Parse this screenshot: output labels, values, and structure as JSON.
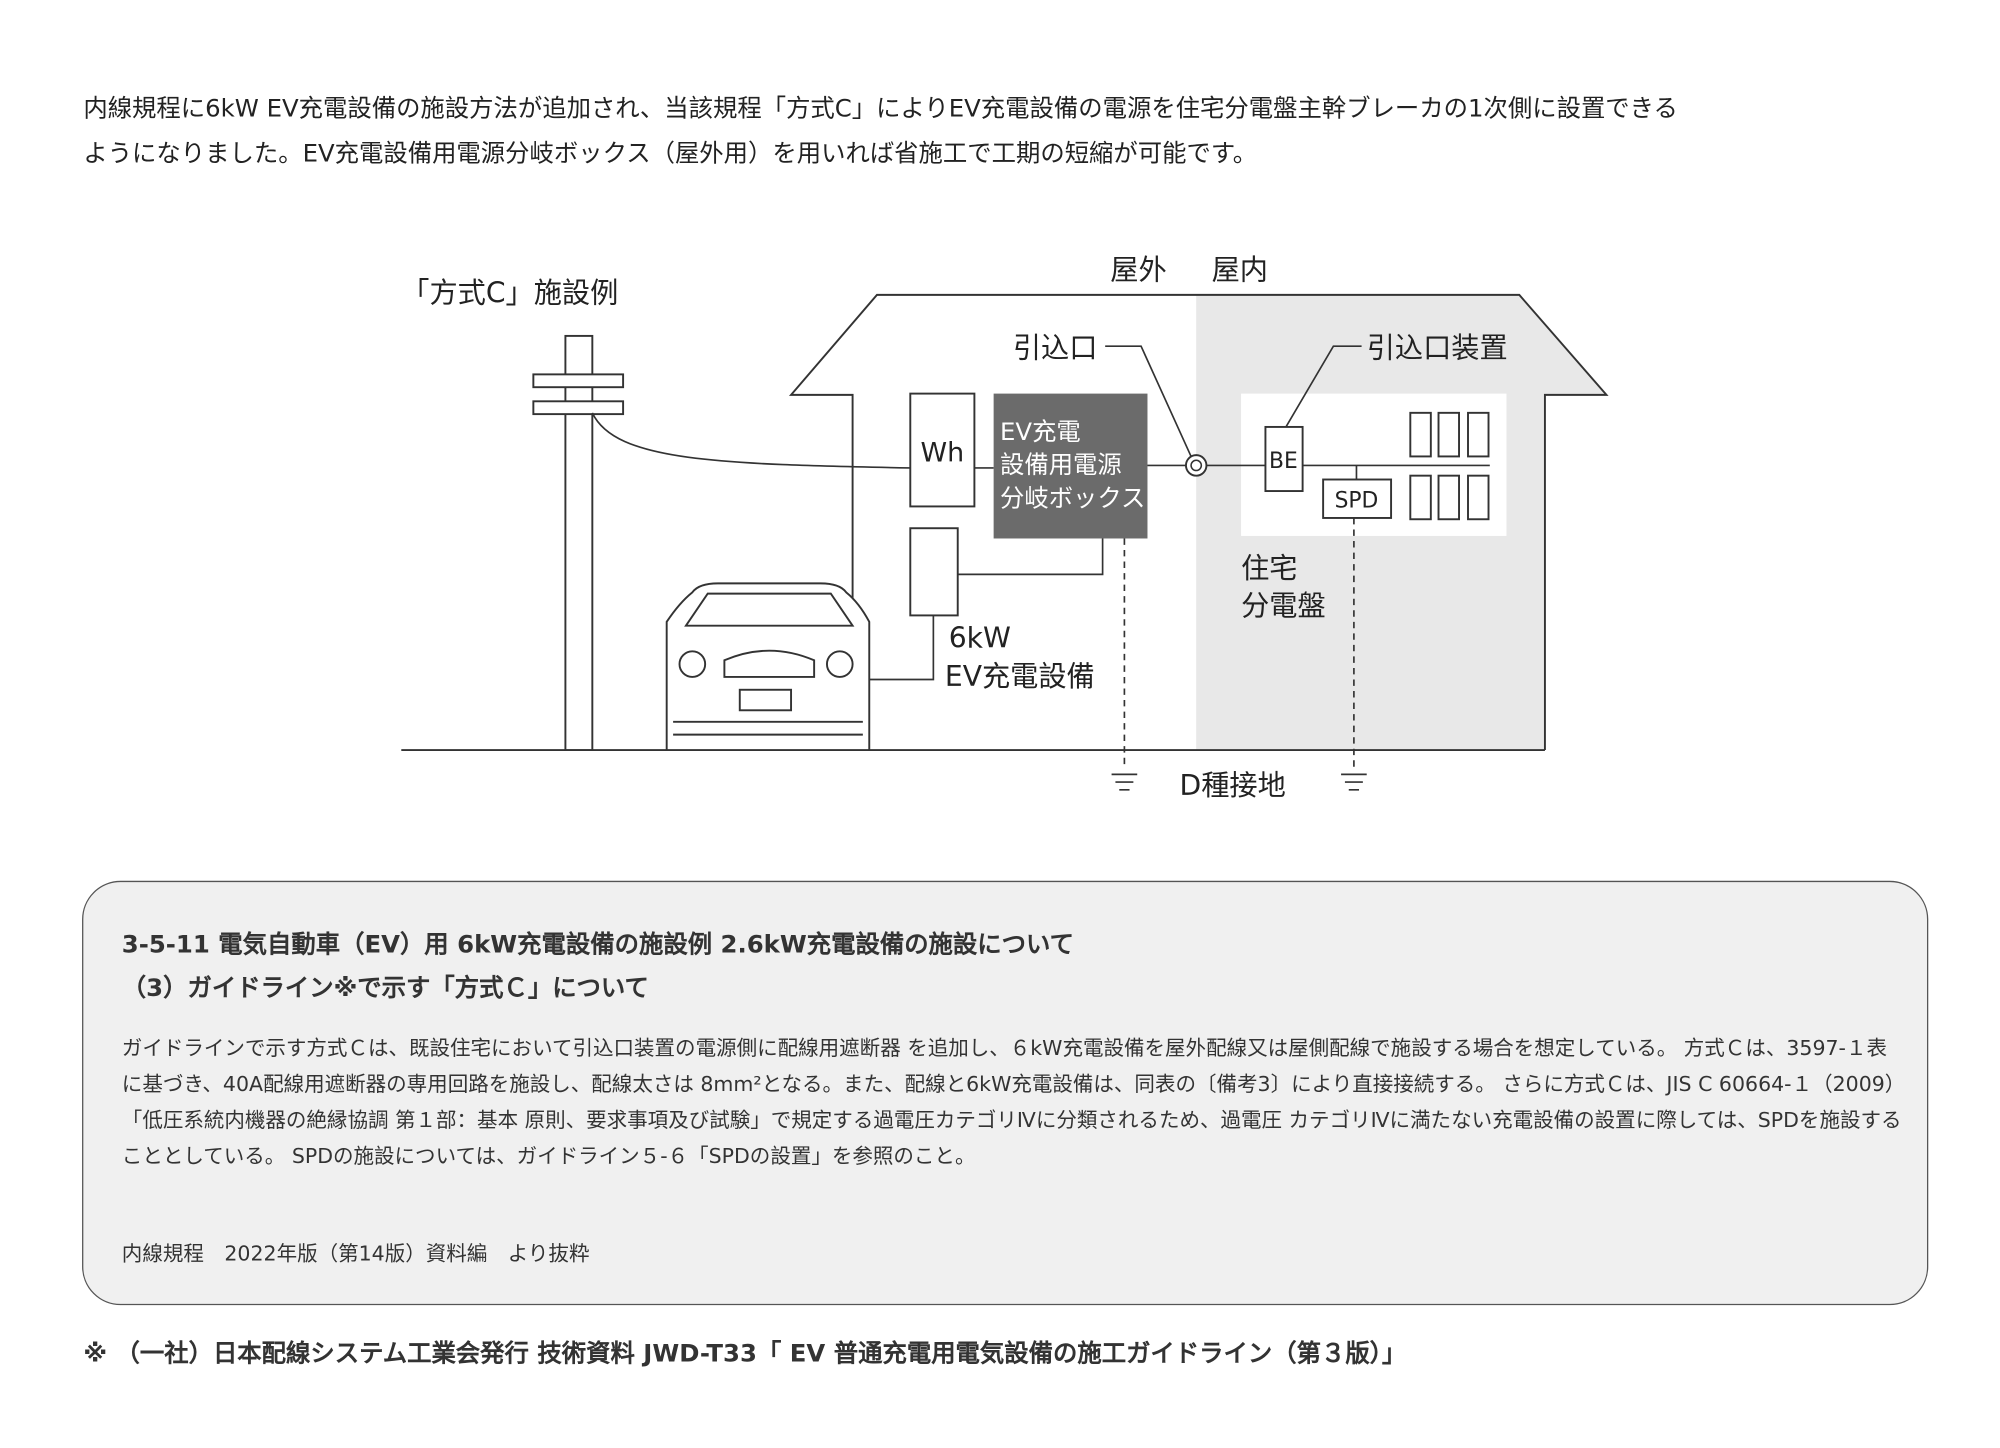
{
  "intro": {
    "line1": "内線規程に6kW EV充電設備の施設方法が追加され、当該規程「方式C」によりEV充電設備の電源を住宅分電盤主幹ブレーカの1次側に設置できる",
    "line2": "ようになりました。EV充電設備用電源分岐ボックス（屋外用）を用いれば省施工で工期の短縮が可能です。"
  },
  "diagram": {
    "title": "「方式C」施設例",
    "outdoor": "屋外",
    "indoor": "屋内",
    "service_entrance": "引込口",
    "service_entrance_device": "引込口装置",
    "meter": "Wh",
    "branch_box": [
      "EV充電",
      "設備用電源",
      "分岐ボックス"
    ],
    "be": "BE",
    "spd": "SPD",
    "panel": [
      "住宅",
      "分電盤"
    ],
    "charger": [
      "6kW",
      "EV充電設備"
    ],
    "grounding": "D種接地",
    "colors": {
      "branch_box": "#6b6b6b",
      "indoor": "#e8e8e8"
    }
  },
  "excerpt": {
    "heading1": "3-5-11 電気自動車（EV）用 6kW充電設備の施設例 2.6kW充電設備の施設について",
    "heading2": "（3）ガイドライン※で示す「方式Ｃ」について",
    "body": "ガイドラインで示す方式Ｃは、既設住宅において引込口装置の電源側に配線用遮断器 を追加し、６kW充電設備を屋外配線又は屋側配線で施設する場合を想定している。 方式Ｃは、3597-１表に基づき、40A配線用遮断器の専用回路を施設し、配線太さは 8mm²となる。また、配線と6kW充電設備は、同表の〔備考3〕により直接接続する。 さらに方式Ｃは、JIS C 60664-１（2009）「低圧系統内機器の絶縁協調 第１部：基本 原則、要求事項及び試験」で規定する過電圧カテゴリⅣに分類されるため、過電圧 カテゴリⅣに満たない充電設備の設置に際しては、SPDを施設することとしている。 SPDの施設については、ガイドライン５-６「SPDの設置」を参照のこと。",
    "source": "内線規程　2022年版（第14版）資料編　より抜粋"
  },
  "footnote": "※ （一社）日本配線システム工業会発行 技術資料 JWD-T33「 EV 普通充電用電気設備の施工ガイドライン（第３版）」"
}
